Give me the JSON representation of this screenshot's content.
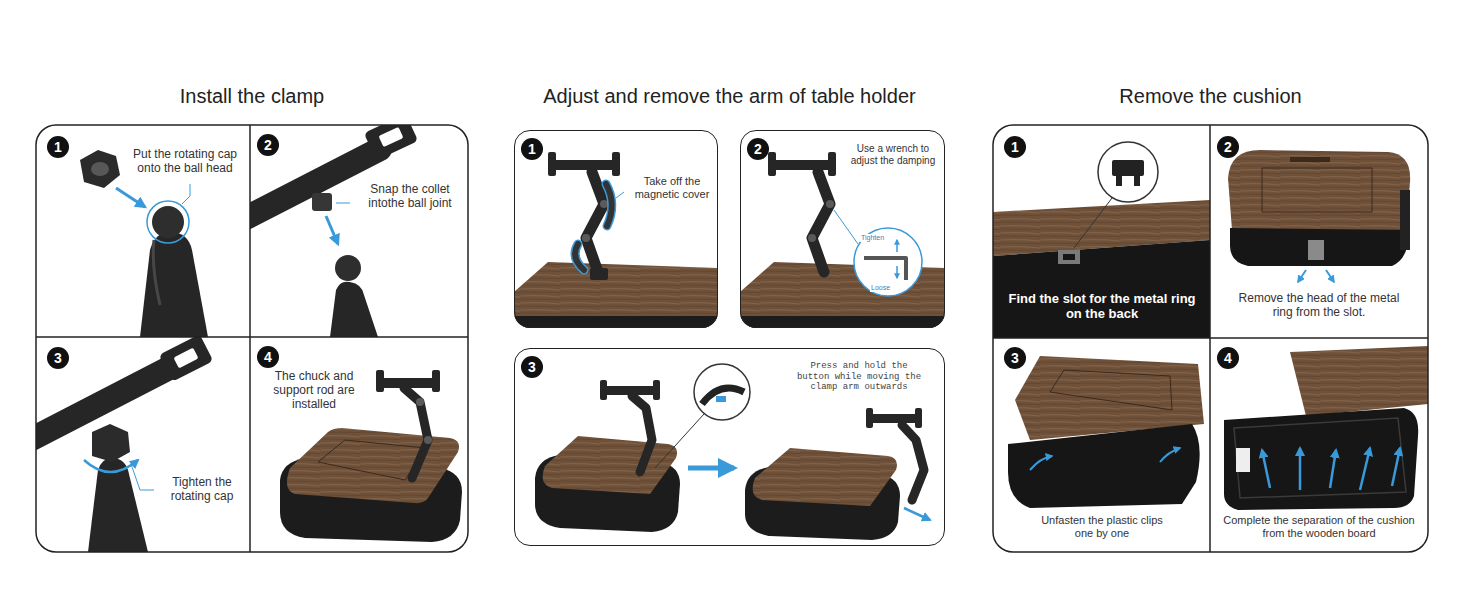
{
  "diagram": {
    "nodes": [
      {
        "text": [
          "Install the clamp"
        ]
      },
      {
        "text": [
          "1",
          "Put the rotating cap onto the ball head"
        ],
        "in": 0
      },
      {
        "text": [
          "2",
          "Snap the collet intothe ball joint"
        ],
        "in": 0
      },
      {
        "text": [
          "3",
          "Tighten the rotating cap"
        ],
        "in": 0
      },
      {
        "text": [
          "4",
          "The chuck and support rod are installed"
        ],
        "in": 0
      },
      {
        "text": [
          "Adjust and remove the arm of table holder"
        ]
      },
      {
        "text": [
          "1",
          "Take off the magnetic cover"
        ],
        "in": 5
      },
      {
        "text": [
          "2",
          "Use a wrench to adjust the damping"
        ],
        "in": 5
      },
      {
        "text": [
          "3",
          "Press and hold the button while moving the clamp arm outwards"
        ],
        "in": 5
      },
      {
        "text": [
          "Remove the cushion"
        ]
      },
      {
        "text": [
          "1",
          "Find the slot for the metal ring on the back"
        ],
        "in": 9
      },
      {
        "text": [
          "2",
          "Remove the head of the metal ring from the slot."
        ],
        "in": 9
      },
      {
        "text": [
          "3",
          "Unfasten the plastic clips one by one"
        ],
        "in": 9
      },
      {
        "text": [
          "4",
          "Complete the separation of the cushion from the wooden board"
        ],
        "in": 9
      }
    ],
    "labels": [
      "Tighten",
      "Loose"
    ]
  }
}
